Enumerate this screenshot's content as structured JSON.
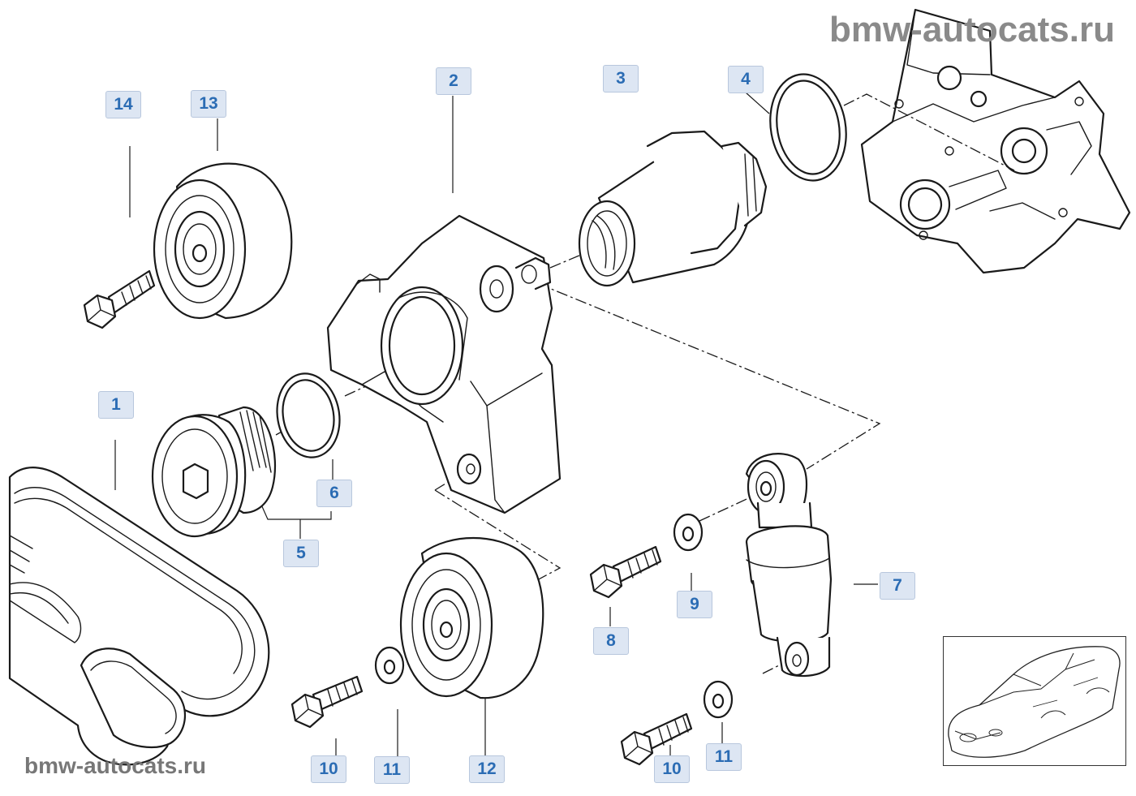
{
  "watermarks": {
    "top": "bmw-autocats.ru",
    "bottom": "bmw-autocats.ru"
  },
  "callouts": [
    {
      "id": "c1",
      "label": "1"
    },
    {
      "id": "c2",
      "label": "2"
    },
    {
      "id": "c3",
      "label": "3"
    },
    {
      "id": "c4",
      "label": "4"
    },
    {
      "id": "c5",
      "label": "5"
    },
    {
      "id": "c6",
      "label": "6"
    },
    {
      "id": "c7",
      "label": "7"
    },
    {
      "id": "c8",
      "label": "8"
    },
    {
      "id": "c9",
      "label": "9"
    },
    {
      "id": "c10a",
      "label": "10"
    },
    {
      "id": "c10b",
      "label": "10"
    },
    {
      "id": "c11a",
      "label": "11"
    },
    {
      "id": "c11b",
      "label": "11"
    },
    {
      "id": "c12",
      "label": "12"
    },
    {
      "id": "c13",
      "label": "13"
    },
    {
      "id": "c14",
      "label": "14"
    }
  ],
  "colors": {
    "callout_text": "#2b6cb4",
    "callout_bg": "#dde6f3",
    "watermark": "#8a8a8a",
    "line": "#1a1a1a"
  }
}
